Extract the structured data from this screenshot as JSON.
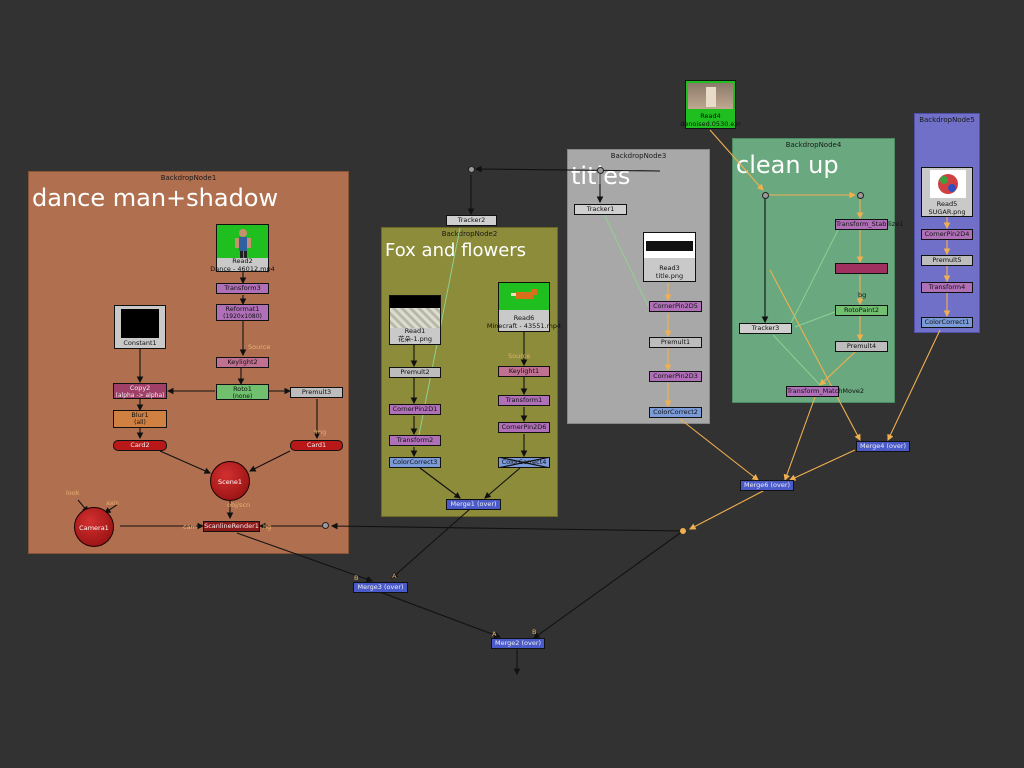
{
  "backdrops": {
    "b1": {
      "label": "BackdropNode1",
      "title": "dance man+shadow"
    },
    "b2": {
      "label": "BackdropNode2",
      "title": "Fox and flowers"
    },
    "b3": {
      "label": "BackdropNode3",
      "title": "titles"
    },
    "b4": {
      "label": "BackdropNode4",
      "title": "clean up"
    },
    "b5": {
      "label": "BackdropNode5",
      "title": ""
    }
  },
  "nodes": {
    "read2": {
      "label": "Read2",
      "file": "Dance - 46012.mp4"
    },
    "transform3": "Transform3",
    "reformat1": {
      "label": "Reformat1",
      "sub": "(1920x1080)"
    },
    "keylight2": "Keylight2",
    "constant1": "Constant1",
    "copy2": {
      "label": "Copy2",
      "sub": "(alpha -> alpha)"
    },
    "roto1": {
      "label": "Roto1",
      "sub": "(none)"
    },
    "premult3": "Premult3",
    "blur1": {
      "label": "Blur1",
      "sub": "(all)"
    },
    "card2": "Card2",
    "card1": "Card1",
    "scene1": "Scene1",
    "camera1": "Camera1",
    "scanlinerender1": "ScanlineRender1",
    "tracker2": "Tracker2",
    "read1": {
      "label": "Read1",
      "file": "花朵-1.png"
    },
    "premult2": "Premult2",
    "cornerpin2d1": "CornerPin2D1",
    "transform2": "Transform2",
    "colorcorrect3": "ColorCorrect3",
    "read6": {
      "label": "Read6",
      "file": "Minecraft - 43551.mp4"
    },
    "keylight1": "Keylight1",
    "transform1": "Transform1",
    "cornerpin2d6": "CornerPin2D6",
    "colorcorrect4": "ColorCorrect4",
    "merge_fox": "Merge1 (over)",
    "tracker1": "Tracker1",
    "read3": {
      "label": "Read3",
      "file": "title.png"
    },
    "cornerpin2d5": "CornerPin2D5",
    "premult1": "Premult1",
    "cornerpin2d3": "CornerPin2D3",
    "colorcorrect2": "ColorCorrect2",
    "read4": {
      "label": "Read4",
      "file": "denoised.0530.exr"
    },
    "transform_stabilize": "Transform_Stabilize1",
    "rotopaint2": "RotoPaint2",
    "premult4": "Premult4",
    "tracker3": "Tracker3",
    "transform_matchmove": "Transform_MatchMove2",
    "read5": {
      "label": "Read5",
      "file": "SUGAR.png"
    },
    "cornerpin2d4": "CornerPin2D4",
    "premult5": "Premult5",
    "transform4": "Transform4",
    "colorcorrect1": "ColorCorrect1",
    "merge4": "Merge4 (over)",
    "merge6": "Merge6 (over)",
    "merge3": "Merge3 (over)",
    "merge2": "Merge2 (over)"
  },
  "pin_labels": {
    "source": "Source",
    "mag": "img",
    "look": "look",
    "axis": "axis",
    "obj_scn": "obj/scn",
    "cam": "cam",
    "bg": "bg",
    "a": "A",
    "b": "B"
  },
  "colors": {
    "graph_bg": "#323232",
    "backdrop1": "#b07050",
    "backdrop2": "#8c8c3a",
    "backdrop3": "#a8a8a8",
    "backdrop4": "#6aa87f",
    "backdrop5": "#7070c8",
    "transform_node": "#b070b8",
    "merge_node": "#4a5ac8",
    "keyer_node": "#c07090",
    "roto_node": "#70c070",
    "card_node": "#b81818"
  }
}
